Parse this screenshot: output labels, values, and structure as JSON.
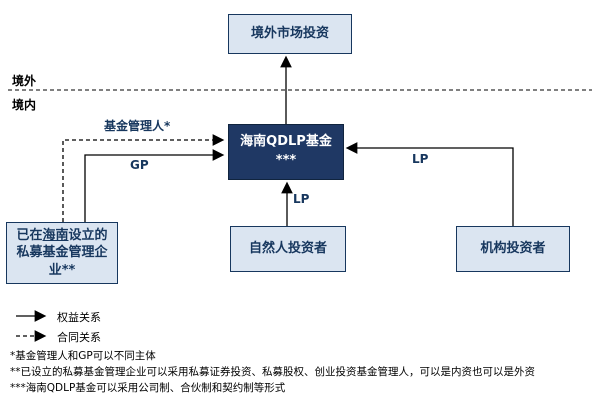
{
  "regions": {
    "abroad": "境外",
    "domestic": "境内"
  },
  "boxes": {
    "overseas_market": "境外市场投资",
    "fund_line1": "海南QDLP基金",
    "fund_line2": "***",
    "manager_part1": "已在",
    "manager_part2": "海南",
    "manager_part3": "设立的私募基金管理企业**",
    "natural_person": "自然人投资者",
    "institution": "机构投资者"
  },
  "edge_labels": {
    "fund_manager": "基金管理人*",
    "gp": "GP",
    "lp_natural": "LP",
    "lp_institution": "LP"
  },
  "legend": {
    "solid": "权益关系",
    "dashed": "合同关系"
  },
  "footnotes": [
    "*基金管理人和GP可以不同主体",
    "**已设立的私募基金管理企业可以采用私募证券投资、私募股权、创业投资基金管理人，可以是内资也可以是外资",
    "***海南QDLP基金可以采用公司制、合伙制和契约制等形式"
  ],
  "colors": {
    "box_fill": "#dbe5f1",
    "box_border": "#17375e",
    "fund_fill": "#1f3864",
    "fund_text": "#ffffff",
    "line": "#000000"
  }
}
